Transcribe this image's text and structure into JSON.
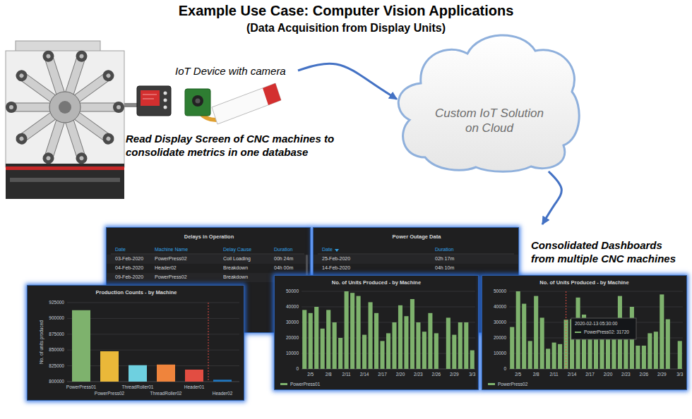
{
  "diagram": {
    "title": "Example Use Case: Computer Vision Applications",
    "nodes": [
      {
        "text": [
          "IoT Device with camera"
        ]
      },
      {
        "text": [
          "Custom IoT Solution on Cloud"
        ]
      },
      {
        "text": [
          "Consolidated Dashboards from multiple CNC machines"
        ]
      },
      {
        "text": [
          "Delays in Operation",
          "Date",
          "Machine Name",
          "Delay Cause",
          "Duration",
          "03-Feb-2020",
          "PowerPress02",
          "Coil Loading",
          "00h 24m",
          "04-Feb-2020",
          "Header02",
          "Breakdown",
          "04h 00m",
          "09-Feb-2020",
          "PowerPress02",
          "Breakdown"
        ],
        "in": 2
      },
      {
        "text": [
          "Power Outage Data",
          "Date",
          "Duration",
          "25-Feb-2020",
          "02h 17m",
          "14-Feb-2020",
          "04h 10m"
        ],
        "in": 2
      },
      {
        "text": [
          "Production Counts - by Machine",
          "925000",
          "900000",
          "875000",
          "850000",
          "825000",
          "800000",
          "No. of units produced",
          "PowerPress01",
          "PowerPress02",
          "ThreadRoller01",
          "ThreadRoller02",
          "Header01",
          "Header02"
        ],
        "in": 2
      },
      {
        "text": [
          "No. of Units Produced - by Machine",
          "50000",
          "40000",
          "30000",
          "20000",
          "10000",
          "0",
          "2/5",
          "2/8",
          "2/11",
          "2/14",
          "2/17",
          "2/20",
          "2/23",
          "2/26",
          "2/29",
          "3/3"
        ],
        "in": 2
      },
      {
        "text": [
          "No. of Units Produced - by Machine",
          "50000",
          "40000",
          "30000",
          "20000",
          "10000",
          "0",
          "2/5",
          "2/8",
          "2/11",
          "2/14",
          "2/17",
          "2/20",
          "2/23",
          "2/26",
          "2/29",
          "3/3",
          "2020-02-13 05:30:00",
          "PowerPress02: 31720"
        ],
        "in": 2
      }
    ],
    "edges": [
      {
        "from": 0,
        "to": 1,
        "arrow": "to"
      },
      {
        "from": 1,
        "to": 2,
        "arrow": "to"
      }
    ],
    "labels": [
      "(Data Acquisition from Display Units)",
      "Read Display Screen of CNC machines to consolidate metrics in one database"
    ],
    "legend": [
      {
        "text": "PowerPress01",
        "color": "#7eb26d"
      },
      {
        "text": "PowerPress02",
        "color": "#7eb26d"
      }
    ]
  }
}
